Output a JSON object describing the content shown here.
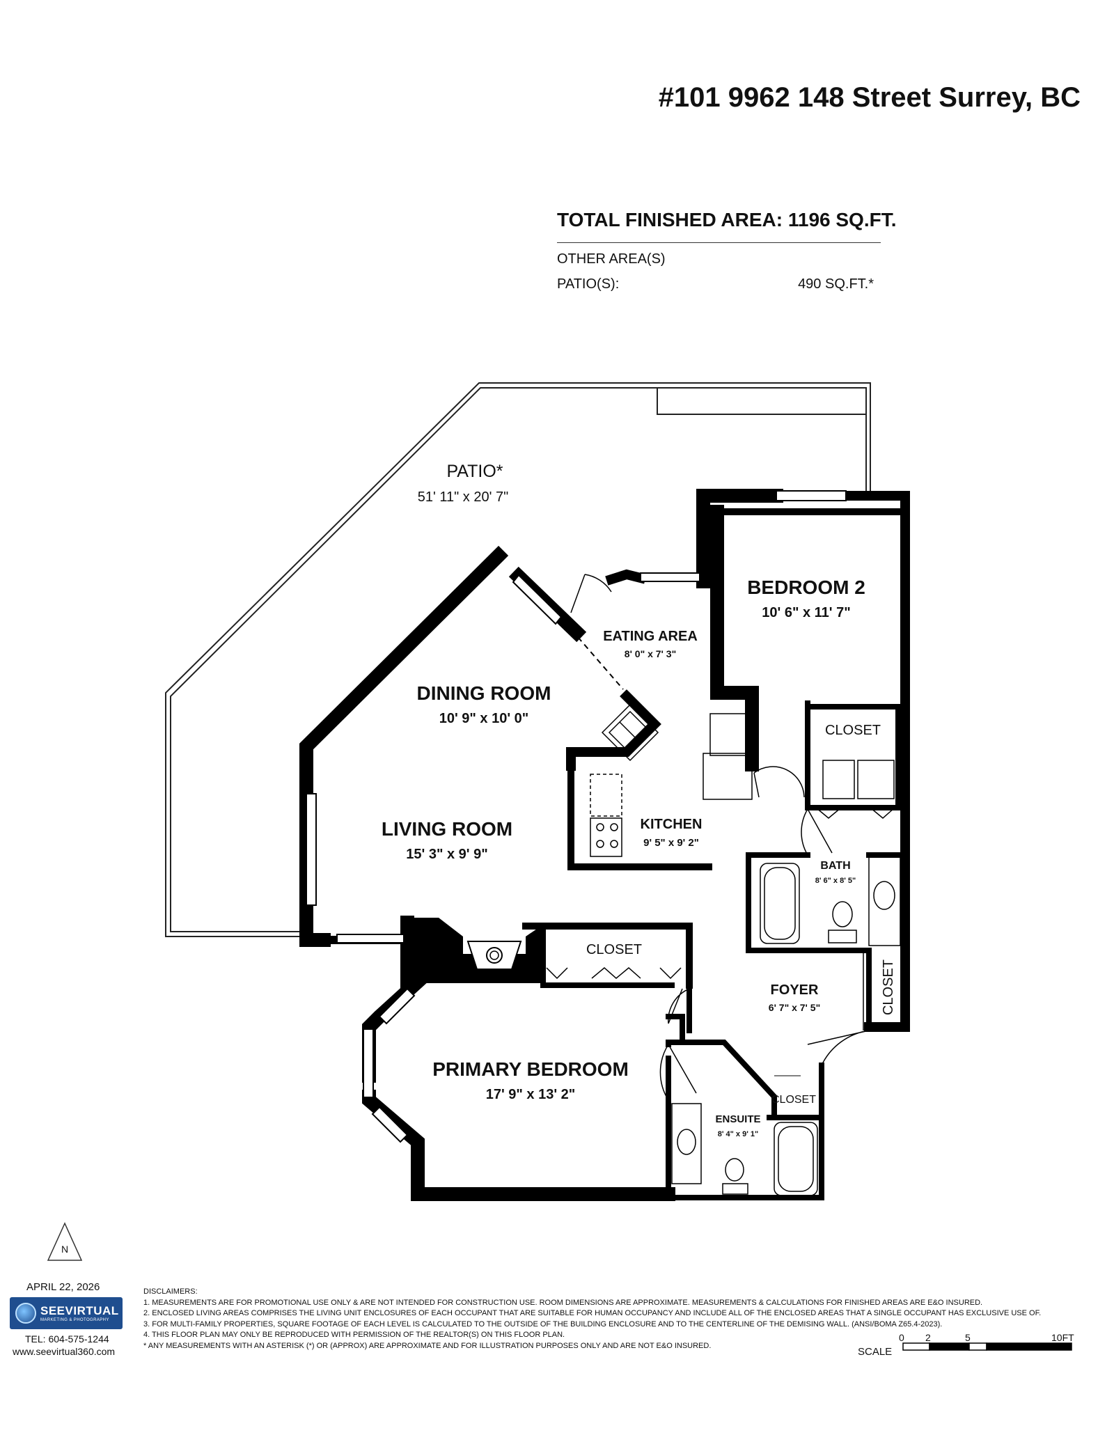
{
  "header": {
    "address": "#101 9962 148 Street Surrey, BC"
  },
  "area_summary": {
    "total_label": "TOTAL FINISHED AREA:",
    "total_value": "1196 SQ.FT.",
    "other_label": "OTHER AREA(S)",
    "patio_label": "PATIO(S):",
    "patio_value": "490 SQ.FT.*"
  },
  "rooms": {
    "patio": {
      "name": "PATIO*",
      "dims": "51' 11\" x 20' 7\""
    },
    "bedroom2": {
      "name": "BEDROOM 2",
      "dims": "10' 6\" x 11' 7\""
    },
    "eating_area": {
      "name": "EATING AREA",
      "dims": "8' 0\" x 7' 3\""
    },
    "dining_room": {
      "name": "DINING ROOM",
      "dims": "10' 9\" x 10' 0\""
    },
    "closet_bedroom2": {
      "name": "CLOSET"
    },
    "kitchen": {
      "name": "KITCHEN",
      "dims": "9' 5\" x 9' 2\""
    },
    "living_room": {
      "name": "LIVING ROOM",
      "dims": "15' 3\" x 9' 9\""
    },
    "bath": {
      "name": "BATH",
      "dims": "8' 6\" x 8' 5\""
    },
    "closet_primary": {
      "name": "CLOSET"
    },
    "foyer": {
      "name": "FOYER",
      "dims": "6' 7\" x 7' 5\""
    },
    "closet_foyer": {
      "name": "CLOSET"
    },
    "primary_bedroom": {
      "name": "PRIMARY BEDROOM",
      "dims": "17' 9\" x 13' 2\""
    },
    "closet_small": {
      "name": "CLOSET"
    },
    "ensuite": {
      "name": "ENSUITE",
      "dims": "8' 4\" x 9' 1\""
    }
  },
  "compass": {
    "label": "N"
  },
  "footer": {
    "date": "APRIL 22, 2026",
    "logo_brand": "SEEVIRTUAL",
    "logo_tagline": "MARKETING & PHOTOGRAPHY",
    "tel": "TEL: 604-575-1244",
    "website": "www.seevirtual360.com",
    "disclaimers_title": "DISCLAIMERS:",
    "disclaimers": [
      "1. MEASUREMENTS ARE FOR PROMOTIONAL USE ONLY & ARE NOT INTENDED FOR CONSTRUCTION USE. ROOM DIMENSIONS ARE APPROXIMATE. MEASUREMENTS & CALCULATIONS FOR FINISHED AREAS ARE E&O INSURED.",
      "2. ENCLOSED LIVING AREAS COMPRISES THE LIVING UNIT ENCLOSURES OF EACH OCCUPANT THAT ARE SUITABLE FOR HUMAN OCCUPANCY AND INCLUDE ALL OF THE ENCLOSED AREAS THAT A SINGLE OCCUPANT HAS EXCLUSIVE USE OF.",
      "3. FOR MULTI-FAMILY PROPERTIES, SQUARE FOOTAGE OF EACH LEVEL IS CALCULATED TO THE OUTSIDE OF THE BUILDING ENCLOSURE AND TO THE CENTERLINE OF THE DEMISING WALL. (ANSI/BOMA Z65.4-2023).",
      "4. THIS FLOOR PLAN MAY ONLY BE REPRODUCED WITH PERMISSION OF THE REALTOR(S) ON THIS FLOOR PLAN.",
      "* ANY MEASUREMENTS WITH AN ASTERISK (*) OR (APPROX) ARE APPROXIMATE AND FOR ILLUSTRATION PURPOSES ONLY AND ARE NOT E&O INSURED."
    ],
    "scale_label": "SCALE",
    "scale_ticks": [
      "0",
      "2",
      "5",
      "10FT"
    ]
  }
}
